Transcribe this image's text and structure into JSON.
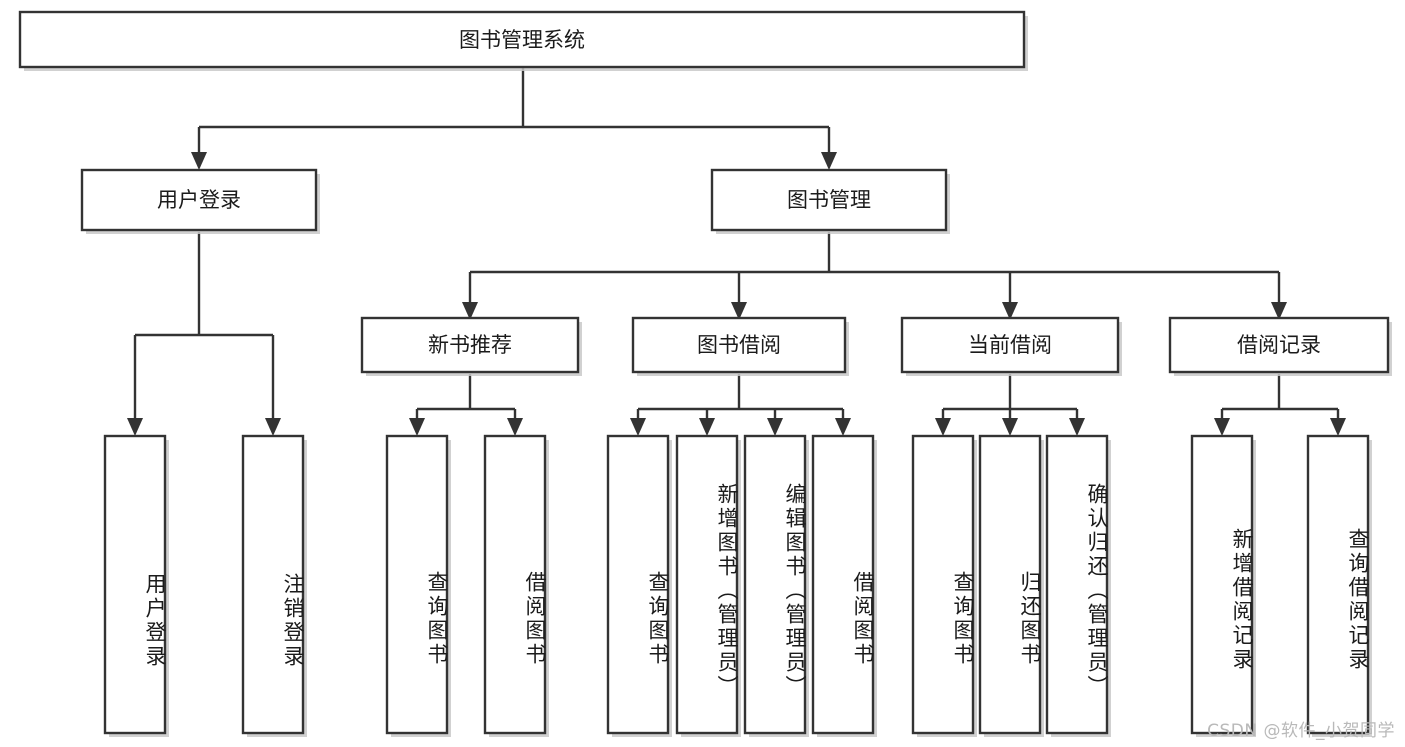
{
  "diagram": {
    "type": "tree",
    "title": "图书管理系统",
    "root": {
      "label": "图书管理系统"
    },
    "level1": [
      {
        "label": "用户登录"
      },
      {
        "label": "图书管理"
      }
    ],
    "level2": [
      {
        "label": "新书推荐",
        "parent": "图书管理"
      },
      {
        "label": "图书借阅",
        "parent": "图书管理"
      },
      {
        "label": "当前借阅",
        "parent": "图书管理"
      },
      {
        "label": "借阅记录",
        "parent": "图书管理"
      }
    ],
    "leaves_user_login": [
      {
        "label": "用户登录"
      },
      {
        "label": "注销登录"
      }
    ],
    "leaves_new_book": [
      {
        "label": "查询图书"
      },
      {
        "label": "借阅图书"
      }
    ],
    "leaves_borrow": [
      {
        "label": "查询图书"
      },
      {
        "label": "新增图书（管理员）"
      },
      {
        "label": "编辑图书（管理员）"
      },
      {
        "label": "借阅图书"
      }
    ],
    "leaves_current": [
      {
        "label": "查询图书"
      },
      {
        "label": "归还图书"
      },
      {
        "label": "确认归还（管理员）"
      }
    ],
    "leaves_record": [
      {
        "label": "新增借阅记录"
      },
      {
        "label": "查询借阅记录"
      }
    ]
  },
  "watermark": {
    "text": "CSDN @软件_小贺同学"
  },
  "colors": {
    "stroke": "#333333",
    "fill": "#ffffff",
    "text": "#1b1b1b",
    "shadow": "#c9c9c9",
    "watermark": "#b9b9b9"
  }
}
